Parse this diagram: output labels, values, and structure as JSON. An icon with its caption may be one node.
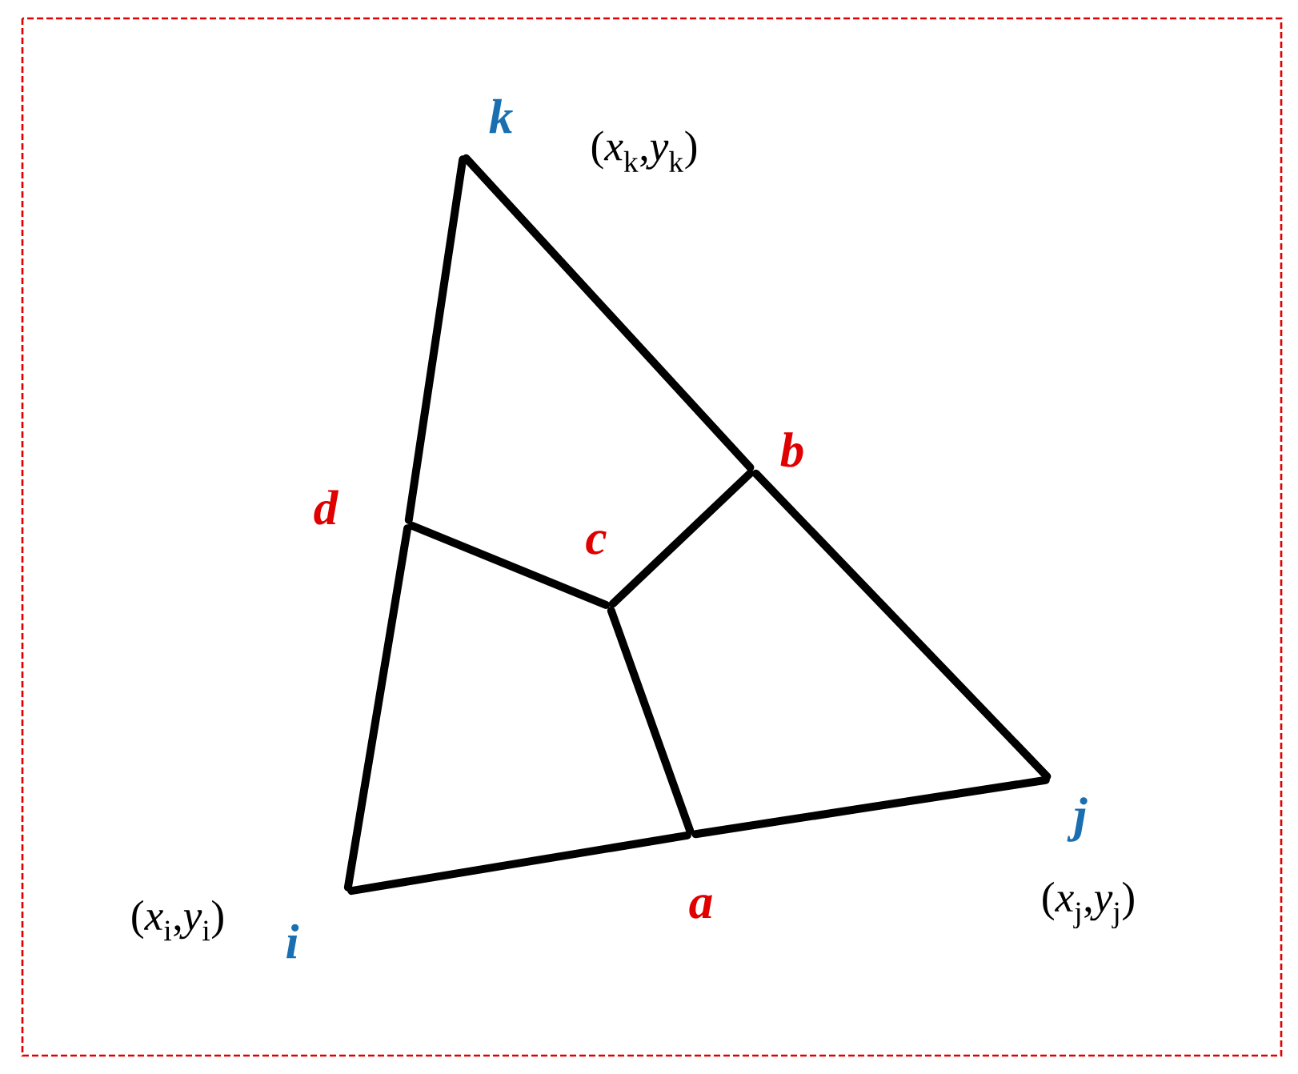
{
  "diagram": {
    "nodes": [
      {
        "text": [
          "k"
        ],
        "beside": [
          "(*x*$_{k}$,*y*$_{k}$)"
        ]
      },
      {
        "text": [
          "b"
        ]
      },
      {
        "text": [
          "d"
        ]
      },
      {
        "text": [
          "c"
        ]
      },
      {
        "text": [
          "j"
        ],
        "beside": [
          "(*x*$_{j}$,*y*$_{j}$)"
        ]
      },
      {
        "text": [
          "a"
        ]
      },
      {
        "text": [
          "i"
        ],
        "beside": [
          "(*x*$_{i}$,*y*$_{i}$)"
        ]
      }
    ],
    "edges": [
      {
        "from": 0,
        "to": 1,
        "arrow": "none"
      },
      {
        "from": 1,
        "to": 4,
        "arrow": "none"
      },
      {
        "from": 4,
        "to": 5,
        "arrow": "none"
      },
      {
        "from": 5,
        "to": 6,
        "arrow": "none"
      },
      {
        "from": 6,
        "to": 2,
        "arrow": "none"
      },
      {
        "from": 2,
        "to": 0,
        "arrow": "none"
      },
      {
        "from": 2,
        "to": 3,
        "arrow": "none"
      },
      {
        "from": 3,
        "to": 1,
        "arrow": "none"
      },
      {
        "from": 3,
        "to": 5,
        "arrow": "none"
      }
    ]
  }
}
